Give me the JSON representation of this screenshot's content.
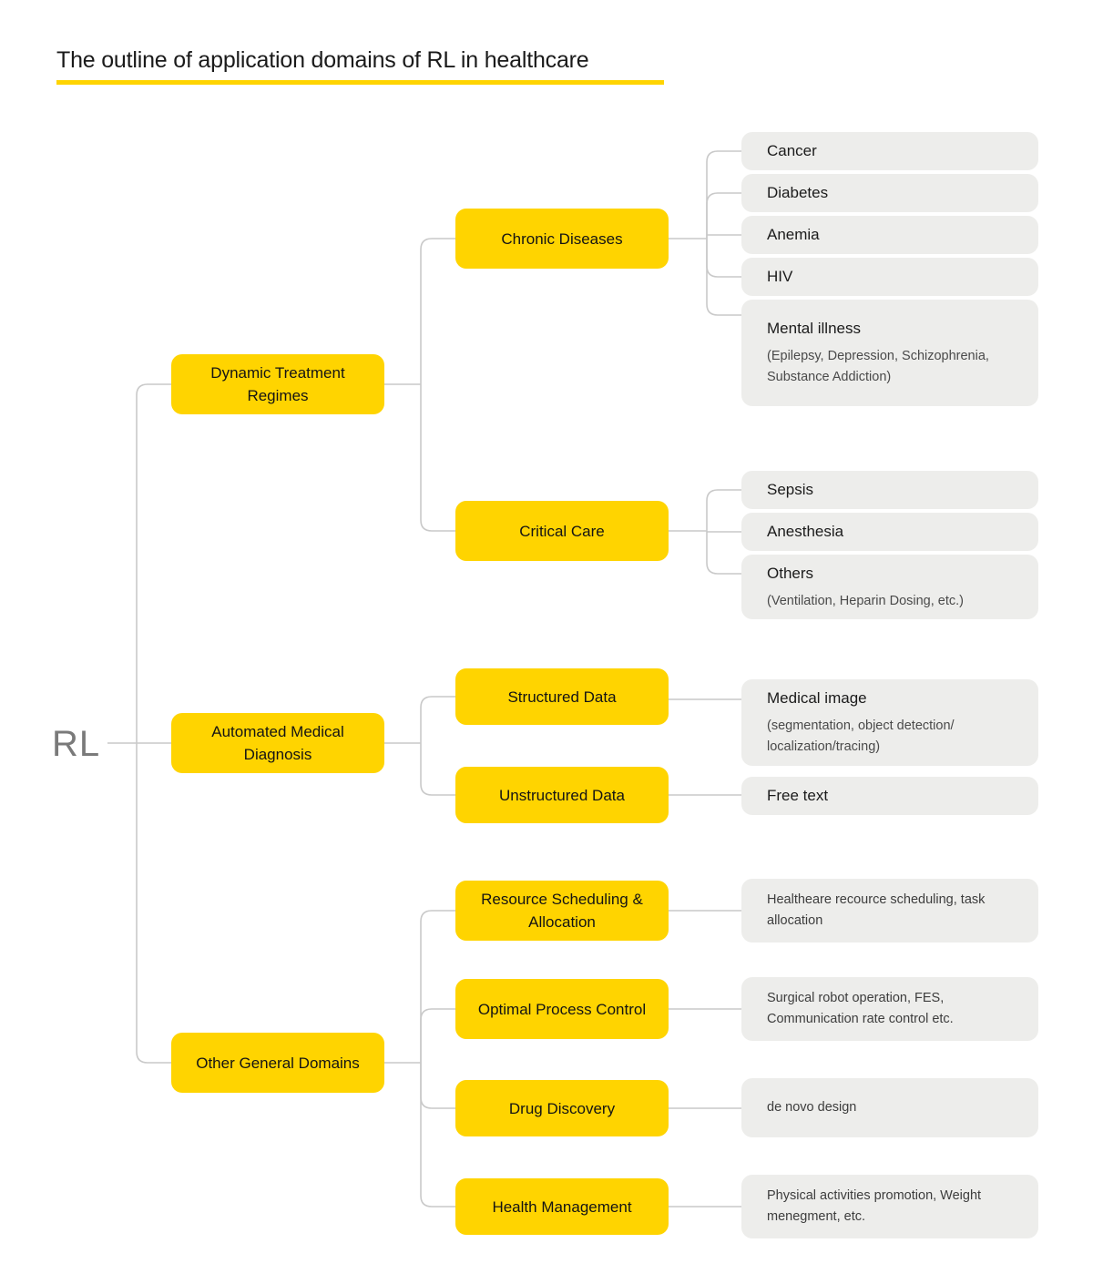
{
  "title": "The outline of application domains of RL in healthcare",
  "colors": {
    "accent": "#FFD400",
    "leaf_bg": "#EDEDEB",
    "connector": "#c9c9c9",
    "text": "#141414"
  },
  "root": {
    "label": "RL"
  },
  "branches": [
    {
      "id": "dynamic-treatment-regimes",
      "label": "Dynamic Treatment Regimes",
      "children": [
        {
          "id": "chronic-diseases",
          "label": "Chronic Diseases",
          "leaves": [
            {
              "title": "Cancer",
              "sub": ""
            },
            {
              "title": "Diabetes",
              "sub": ""
            },
            {
              "title": "Anemia",
              "sub": ""
            },
            {
              "title": "HIV",
              "sub": ""
            },
            {
              "title": "Mental illness",
              "sub": "(Epilepsy, Depression, Schizophrenia, Substance Addiction)"
            }
          ]
        },
        {
          "id": "critical-care",
          "label": "Critical Care",
          "leaves": [
            {
              "title": "Sepsis",
              "sub": ""
            },
            {
              "title": "Anesthesia",
              "sub": ""
            },
            {
              "title": "Others",
              "sub": "(Ventilation, Heparin Dosing, etc.)"
            }
          ]
        }
      ]
    },
    {
      "id": "automated-medical-diagnosis",
      "label": "Automated Medical Diagnosis",
      "children": [
        {
          "id": "structured-data",
          "label": "Structured Data",
          "leaves": [
            {
              "title": "Medical image",
              "sub": "(segmentation, object detection/ localization/tracing)"
            }
          ]
        },
        {
          "id": "unstructured-data",
          "label": "Unstructured Data",
          "leaves": [
            {
              "title": "Free text",
              "sub": ""
            }
          ]
        }
      ]
    },
    {
      "id": "other-general-domains",
      "label": "Other General Domains",
      "children": [
        {
          "id": "resource-scheduling-allocation",
          "label": "Resource Scheduling & Allocation",
          "leaves": [
            {
              "title": "",
              "sub": "Healtheare recource scheduling, task allocation"
            }
          ]
        },
        {
          "id": "optimal-process-control",
          "label": "Optimal Process Control",
          "leaves": [
            {
              "title": "",
              "sub": "Surgical robot operation, FES, Communication rate control etc."
            }
          ]
        },
        {
          "id": "drug-discovery",
          "label": "Drug Discovery",
          "leaves": [
            {
              "title": "",
              "sub": "de novo design"
            }
          ]
        },
        {
          "id": "health-management",
          "label": "Health Management",
          "leaves": [
            {
              "title": "",
              "sub": "Physical activities promotion, Weight menegment, etc."
            }
          ]
        }
      ]
    }
  ],
  "nodes": {
    "dtr": "Dynamic Treatment Regimes",
    "amd": "Automated Medical Diagnosis",
    "ogd": "Other General Domains",
    "chronic": "Chronic Diseases",
    "critical": "Critical Care",
    "structured": "Structured Data",
    "unstructured": "Unstructured Data",
    "resource": "Resource Scheduling & Allocation",
    "optimal": "Optimal Process Control",
    "drug": "Drug Discovery",
    "health": "Health Management"
  },
  "leaves": {
    "cancer": "Cancer",
    "diabetes": "Diabetes",
    "anemia": "Anemia",
    "hiv": "HIV",
    "mental_title": "Mental illness",
    "mental_sub": "(Epilepsy, Depression, Schizophrenia, Substance Addiction)",
    "sepsis": "Sepsis",
    "anesthesia": "Anesthesia",
    "others_title": "Others",
    "others_sub": "(Ventilation, Heparin Dosing, etc.)",
    "medical_image_title": "Medical image",
    "medical_image_sub": "(segmentation, object detection/ localization/tracing)",
    "free_text": "Free text",
    "resource_sub": "Healtheare recource scheduling, task allocation",
    "optimal_sub": "Surgical robot operation, FES, Communication rate control etc.",
    "drug_sub": "de novo design",
    "health_sub": "Physical activities promotion, Weight menegment, etc."
  }
}
